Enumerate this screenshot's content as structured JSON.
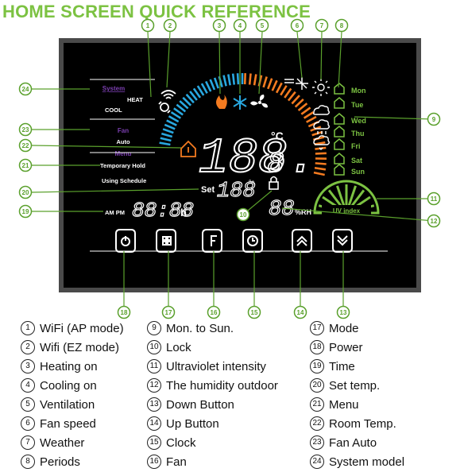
{
  "title": "HOME SCREEN QUICK REFERENCE",
  "colors": {
    "green": "#7cc242",
    "blue": "#29a8e0",
    "orange": "#f47b20",
    "callout": "#5aa02c"
  },
  "screen": {
    "system_label": "System",
    "heat_label": "HEAT",
    "cool_label": "COOL",
    "fan_label": "Fan",
    "fan_mode": "Auto",
    "menu_label": "Menu",
    "temporary_hold": "Temporary Hold",
    "using_schedule": "Using Schedule",
    "am_pm": "AM PM",
    "clock_digits": "88:88",
    "hour_unit": "h",
    "room_temp_digits": "188.",
    "room_temp_decimal": "8",
    "temp_unit": "°C",
    "set_label": "Set",
    "set_digits": "188",
    "set_unit": "°c",
    "humidity_digits": "88",
    "humidity_unit": "%RH",
    "uv_label": "UV index",
    "days": [
      "Mon",
      "Tue",
      "Wed",
      "Thu",
      "Fri",
      "Sat",
      "Sun"
    ]
  },
  "callouts": [
    "1",
    "2",
    "3",
    "4",
    "5",
    "6",
    "7",
    "8",
    "9",
    "10",
    "11",
    "12",
    "13",
    "14",
    "15",
    "16",
    "17",
    "18",
    "19",
    "20",
    "21",
    "22",
    "23",
    "24"
  ],
  "legend": [
    {
      "num": "1",
      "text": "WiFi (AP mode)"
    },
    {
      "num": "2",
      "text": "Wifi (EZ mode)"
    },
    {
      "num": "3",
      "text": "Heating on"
    },
    {
      "num": "4",
      "text": "Cooling on"
    },
    {
      "num": "5",
      "text": "Ventilation"
    },
    {
      "num": "6",
      "text": "Fan speed"
    },
    {
      "num": "7",
      "text": "Weather"
    },
    {
      "num": "8",
      "text": "Periods"
    },
    {
      "num": "9",
      "text": "Mon. to Sun."
    },
    {
      "num": "10",
      "text": "Lock"
    },
    {
      "num": "11",
      "text": "Ultraviolet intensity"
    },
    {
      "num": "12",
      "text": "The humidity outdoor"
    },
    {
      "num": "13",
      "text": "Down Button"
    },
    {
      "num": "14",
      "text": "Up Button"
    },
    {
      "num": "15",
      "text": "Clock"
    },
    {
      "num": "16",
      "text": "Fan"
    },
    {
      "num": "17",
      "text": "Mode"
    },
    {
      "num": "18",
      "text": "Power"
    },
    {
      "num": "19",
      "text": "Time"
    },
    {
      "num": "20",
      "text": "Set temp."
    },
    {
      "num": "21",
      "text": "Menu"
    },
    {
      "num": "22",
      "text": "Room Temp."
    },
    {
      "num": "23",
      "text": "Fan Auto"
    },
    {
      "num": "24",
      "text": "System model"
    }
  ]
}
